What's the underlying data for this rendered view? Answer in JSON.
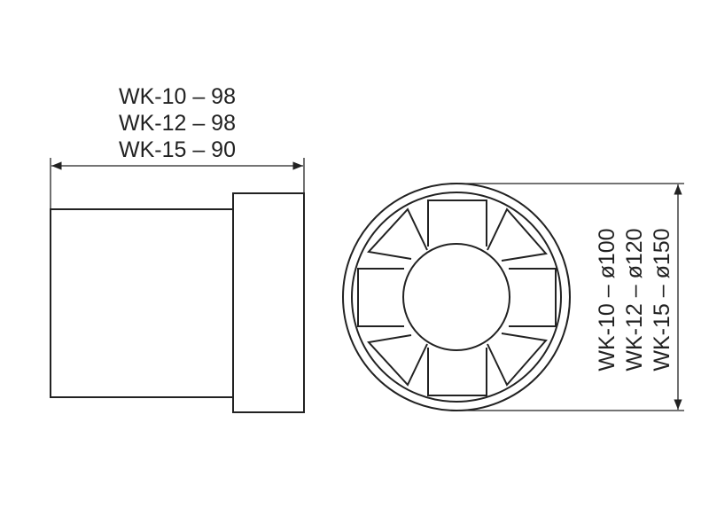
{
  "width_labels": [
    "WK-10  – 98",
    "WK-12 – 98",
    "WK-15 – 90"
  ],
  "diameter_labels": [
    "WK-10  – ø100",
    "WK-12 – ø120",
    "WK-15 – ø150"
  ],
  "colors": {
    "line": "#222222",
    "background": "#ffffff"
  }
}
